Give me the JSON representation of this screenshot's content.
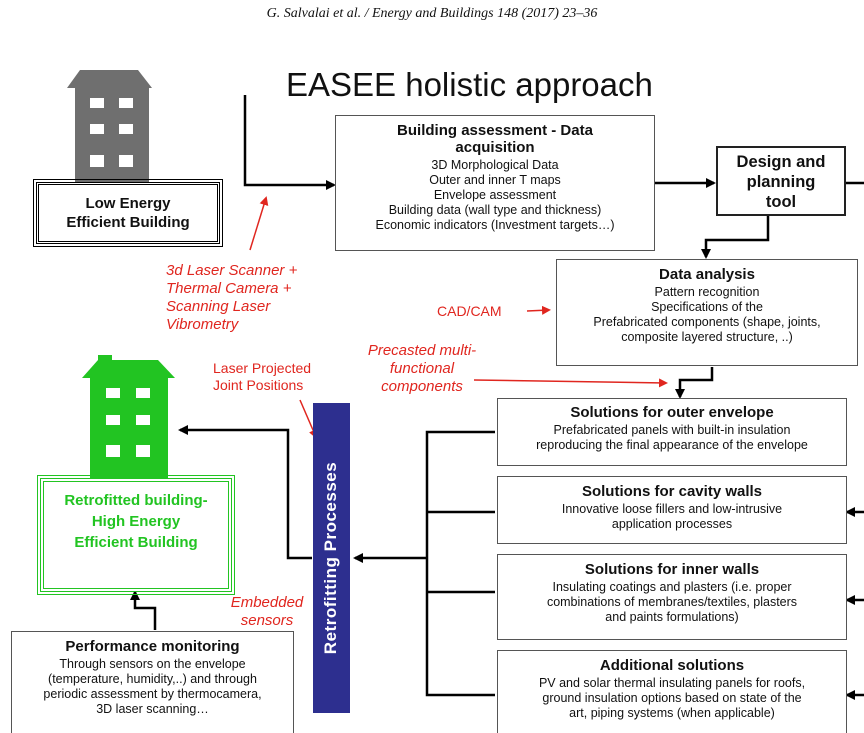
{
  "header": "G. Salvalai et al. / Energy and Buildings 148 (2017) 23–36",
  "title": "EASEE holistic approach",
  "low_energy_building": {
    "lines": [
      "Low Energy",
      "Efficient Building"
    ]
  },
  "retrofitted_building": {
    "lines": [
      "Retrofitted building-",
      "High Energy",
      "Efficient Building"
    ]
  },
  "assessment": {
    "title_lines": [
      "Building assessment - Data",
      "acquisition"
    ],
    "items": [
      "3D Morphological Data",
      "Outer and inner T maps",
      "Envelope assessment",
      "Building data (wall type and thickness)",
      "Economic indicators (Investment targets…)"
    ]
  },
  "design_tool": {
    "lines": [
      "Design and",
      "planning",
      "tool"
    ]
  },
  "data_analysis": {
    "title": "Data analysis",
    "items": [
      "Pattern recognition",
      "Specifications of the",
      "Prefabricated components (shape, joints,",
      "composite layered structure, ..)"
    ]
  },
  "retrofitting": {
    "label": "Retrofitting Processes"
  },
  "solutions": [
    {
      "title": "Solutions for outer envelope",
      "items": [
        "Prefabricated panels with built-in insulation",
        "reproducing the final appearance of the envelope"
      ]
    },
    {
      "title": "Solutions for cavity walls",
      "items": [
        "Innovative loose fillers and low-intrusive",
        "application processes"
      ]
    },
    {
      "title": "Solutions for inner walls",
      "items": [
        "Insulating coatings and plasters (i.e. proper",
        "combinations of membranes/textiles, plasters",
        "and paints formulations)"
      ]
    },
    {
      "title": "Additional solutions",
      "items": [
        "PV and solar thermal insulating panels for roofs,",
        "ground insulation options based on state of the",
        "art, piping systems (when applicable)"
      ]
    }
  ],
  "performance": {
    "title": "Performance monitoring",
    "items": [
      "Through sensors on the envelope",
      "(temperature, humidity,..) and through",
      "periodic assessment by thermocamera,",
      "3D laser scanning…"
    ]
  },
  "annotations": {
    "scanner": [
      "3d Laser Scanner +",
      "Thermal Camera +",
      "Scanning Laser",
      "Vibrometry"
    ],
    "cadcam": "CAD/CAM",
    "laser_joint": [
      "Laser Projected",
      "Joint Positions"
    ],
    "precasted": [
      "Precasted multi-",
      "functional",
      "components"
    ],
    "embedded": [
      "Embedded",
      "sensors"
    ]
  },
  "colors": {
    "grey_building": "#6f6f6f",
    "green_building": "#22c422",
    "arrow_red": "#e0261f",
    "retrofit_bar": "#2d2f8f"
  }
}
